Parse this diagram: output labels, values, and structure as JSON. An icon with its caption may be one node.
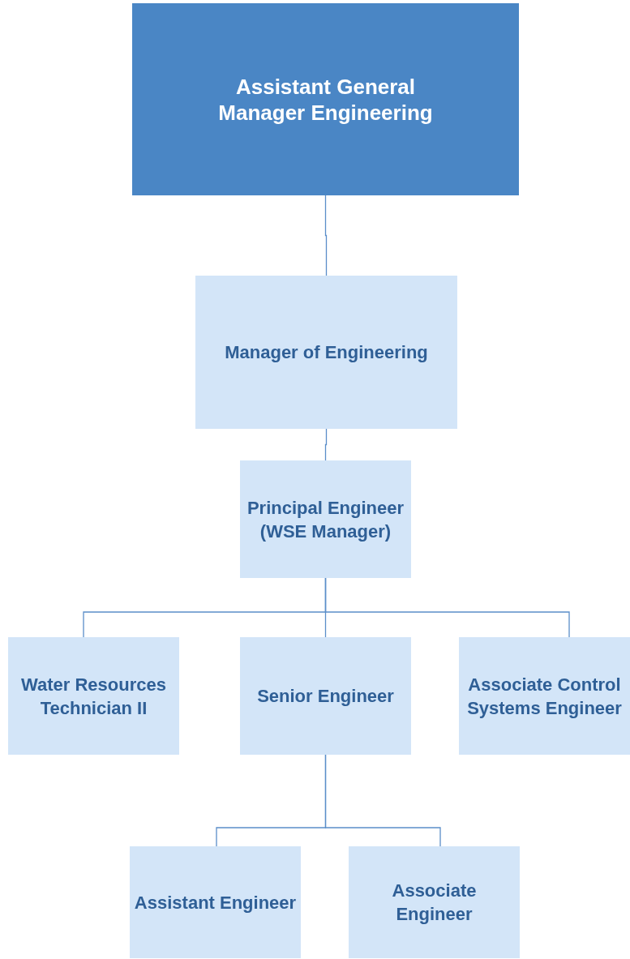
{
  "diagram": {
    "nodes": [
      {
        "text": [
          "Assistant General Manager Engineering"
        ]
      },
      {
        "text": [
          "Manager of Engineering"
        ]
      },
      {
        "text": [
          "Principal Engineer (WSE Manager)"
        ]
      },
      {
        "text": [
          "Water Resources Technician II"
        ]
      },
      {
        "text": [
          "Senior Engineer"
        ]
      },
      {
        "text": [
          "Associate Control Systems Engineer"
        ]
      },
      {
        "text": [
          "Assistant Engineer"
        ]
      },
      {
        "text": [
          "Associate Engineer"
        ]
      }
    ],
    "edges": [
      {
        "from": 0,
        "to": 1,
        "arrow": "none"
      },
      {
        "from": 1,
        "to": 2,
        "arrow": "none"
      },
      {
        "from": 2,
        "to": 3,
        "arrow": "none"
      },
      {
        "from": 2,
        "to": 4,
        "arrow": "none"
      },
      {
        "from": 2,
        "to": 5,
        "arrow": "none"
      },
      {
        "from": 4,
        "to": 6,
        "arrow": "none"
      },
      {
        "from": 4,
        "to": 7,
        "arrow": "none"
      }
    ]
  }
}
